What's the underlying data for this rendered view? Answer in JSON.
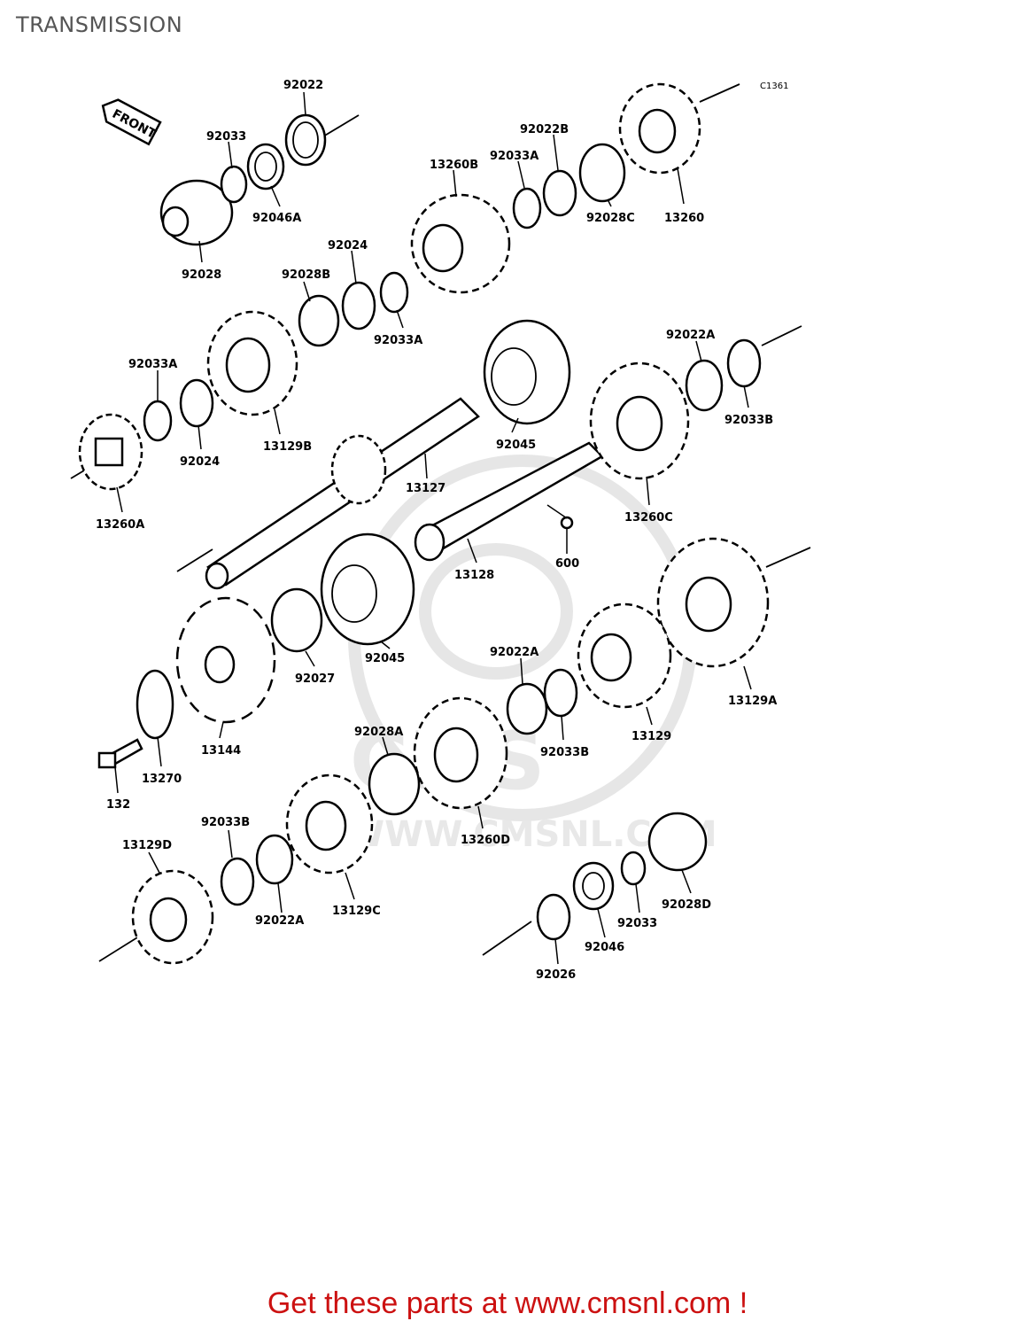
{
  "title": "TRANSMISSION",
  "drawing_code": "C1361",
  "front_label": "FRONT",
  "watermark": {
    "brand": "CMS",
    "url": "WWW.CMSNL.COM"
  },
  "footer": "Get these parts at www.cmsnl.com !",
  "parts": [
    {
      "id": "92022"
    },
    {
      "id": "92033"
    },
    {
      "id": "92046A"
    },
    {
      "id": "92028"
    },
    {
      "id": "13260B"
    },
    {
      "id": "92033A"
    },
    {
      "id": "92022B"
    },
    {
      "id": "92028C"
    },
    {
      "id": "13260"
    },
    {
      "id": "92024"
    },
    {
      "id": "92028B"
    },
    {
      "id": "92033A"
    },
    {
      "id": "92033A"
    },
    {
      "id": "13129B"
    },
    {
      "id": "92024"
    },
    {
      "id": "13260A"
    },
    {
      "id": "92045"
    },
    {
      "id": "13127"
    },
    {
      "id": "92022A"
    },
    {
      "id": "92033B"
    },
    {
      "id": "13260C"
    },
    {
      "id": "13128"
    },
    {
      "id": "600"
    },
    {
      "id": "92027"
    },
    {
      "id": "92045"
    },
    {
      "id": "13144"
    },
    {
      "id": "13270"
    },
    {
      "id": "132"
    },
    {
      "id": "92022A"
    },
    {
      "id": "92033B"
    },
    {
      "id": "13129"
    },
    {
      "id": "13129A"
    },
    {
      "id": "92028A"
    },
    {
      "id": "13260D"
    },
    {
      "id": "92033B"
    },
    {
      "id": "13129D"
    },
    {
      "id": "92022A"
    },
    {
      "id": "13129C"
    },
    {
      "id": "92028D"
    },
    {
      "id": "92033"
    },
    {
      "id": "92046"
    },
    {
      "id": "92026"
    }
  ]
}
